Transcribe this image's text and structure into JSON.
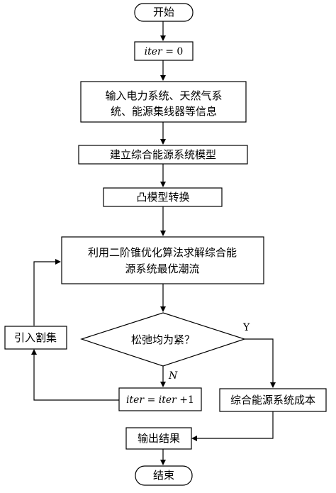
{
  "flowchart": {
    "start": "开始",
    "init": {
      "var": "iter",
      "rest": " = 0"
    },
    "input_line1": "输入电力系统、天然气系",
    "input_line2": "统、能源集线器等信息",
    "build_model": "建立综合能源系统模型",
    "convex": "凸模型转换",
    "solve_line1": "利用二阶锥优化算法求解综合能",
    "solve_line2": "源系统最优潮流",
    "decision": "松弛均为紧？",
    "yes_label": "Y",
    "no_label": "N",
    "cut": "引入割集",
    "iter_update": {
      "var1": "iter",
      "mid": " = ",
      "var2": "iter",
      "rest": " +1"
    },
    "cost": "综合能源系统成本",
    "output": "输出结果",
    "end": "结束"
  }
}
